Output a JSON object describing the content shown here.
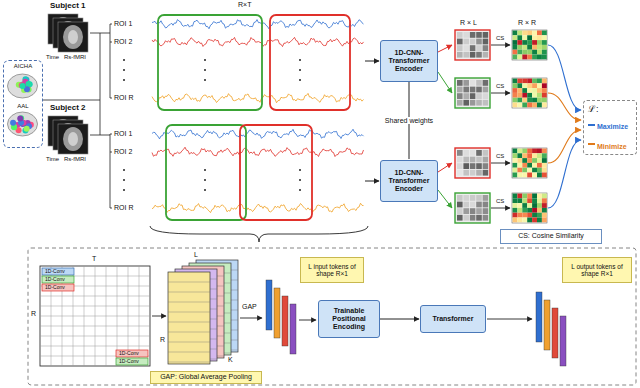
{
  "diagram": {
    "nodes": [
      {
        "text": [
          "AICHA",
          "AAL"
        ]
      },
      {
        "text": [
          "R×T",
          "ROI 1",
          "ROI 2",
          "ROI R"
        ]
      },
      {
        "text": [
          "ROI 1",
          "ROI 2",
          "ROI R"
        ]
      },
      {
        "text": [
          "1D-CNN-Transformer Encoder"
        ]
      },
      {
        "text": [
          "1D-CNN-Transformer Encoder"
        ]
      },
      {
        "text": [
          "CS: Cosine Similarity"
        ]
      },
      {
        "text": [
          "ℒ:"
        ]
      },
      {
        "text": [
          "L input tokens of shape R×1"
        ]
      },
      {
        "text": [
          "Trainable Positional Encoding"
        ]
      },
      {
        "text": [
          "Transformer"
        ]
      },
      {
        "text": [
          "L output tokens of shape R×1"
        ]
      },
      {
        "text": [
          "GAP: Global Average Pooling"
        ]
      }
    ],
    "edges": [
      {
        "from": 1,
        "to": 3,
        "arrow": "to"
      },
      {
        "from": 2,
        "to": 4,
        "arrow": "to"
      },
      {
        "from": 3,
        "to": 4,
        "label": "Shared weights",
        "arrow": "none"
      },
      {
        "from": 8,
        "to": 9,
        "arrow": "to"
      }
    ],
    "labels": [
      "Subject 1",
      "Time",
      "Rs-fMRI",
      "Subject 2",
      "Time",
      "Rs-fMRI",
      "R × L",
      "R × R",
      "CS",
      "CS",
      "CS",
      "CS",
      "T",
      "R",
      "1D-Conv",
      "1D-Conv",
      "1D-Conv",
      "1D-Conv",
      "1D-Conv",
      "L",
      "R",
      "K",
      "GAP"
    ],
    "legend": [
      {
        "text": "Maximize",
        "color": "#2f6fd0"
      },
      {
        "text": "Minimize",
        "color": "#e07a1a"
      }
    ]
  }
}
